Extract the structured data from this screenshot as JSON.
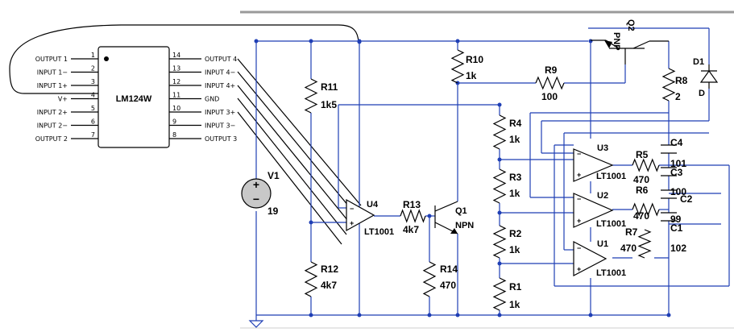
{
  "ic": {
    "name": "LM124W",
    "pins_left": [
      {
        "label": "OUTPUT 1",
        "num": "1"
      },
      {
        "label": "INPUT 1−",
        "num": "2"
      },
      {
        "label": "INPUT 1+",
        "num": "3"
      },
      {
        "label": "V+",
        "num": "4"
      },
      {
        "label": "INPUT 2+",
        "num": "5"
      },
      {
        "label": "INPUT 2−",
        "num": "6"
      },
      {
        "label": "OUTPUT 2",
        "num": "7"
      }
    ],
    "pins_right": [
      {
        "label": "OUTPUT 4",
        "num": "14"
      },
      {
        "label": "INPUT 4−",
        "num": "13"
      },
      {
        "label": "INPUT 4+",
        "num": "12"
      },
      {
        "label": "GND",
        "num": "11"
      },
      {
        "label": "INPUT 3+",
        "num": "10"
      },
      {
        "label": "INPUT 3−",
        "num": "9"
      },
      {
        "label": "OUTPUT 3",
        "num": "8"
      }
    ]
  },
  "components": {
    "v1": {
      "name": "V1",
      "value": "19"
    },
    "r11": {
      "name": "R11",
      "value": "1k5"
    },
    "r12": {
      "name": "R12",
      "value": "4k7"
    },
    "r10": {
      "name": "R10",
      "value": "1k"
    },
    "r9": {
      "name": "R9",
      "value": "100"
    },
    "r13": {
      "name": "R13",
      "value": "4k7"
    },
    "r14": {
      "name": "R14",
      "value": "470"
    },
    "q1": {
      "name": "Q1",
      "value": "NPN"
    },
    "q2": {
      "name": "Q2",
      "value": "PNP"
    },
    "u4": {
      "name": "U4",
      "value": "LT1001"
    },
    "u3": {
      "name": "U3",
      "value": "LT1001"
    },
    "u2": {
      "name": "U2",
      "value": "LT1001"
    },
    "u1": {
      "name": "U1",
      "value": "LT1001"
    },
    "r4": {
      "name": "R4",
      "value": "1k"
    },
    "r3": {
      "name": "R3",
      "value": "1k"
    },
    "r2": {
      "name": "R2",
      "value": "1k"
    },
    "r1": {
      "name": "R1",
      "value": "1k"
    },
    "r5": {
      "name": "R5",
      "value": "470"
    },
    "r6": {
      "name": "R6",
      "value": "470"
    },
    "r7": {
      "name": "R7",
      "value": "470"
    },
    "r8": {
      "name": "R8",
      "value": "2"
    },
    "c4": {
      "name": "C4",
      "value": "101"
    },
    "c3": {
      "name": "C3",
      "value": "100"
    },
    "c2": {
      "name": "C2",
      "value": "99"
    },
    "c1": {
      "name": "C1",
      "value": "102"
    },
    "d1": {
      "name": "D1",
      "value": "D"
    }
  },
  "symbols": {
    "plus": "+",
    "minus": "−"
  },
  "colors": {
    "wire": "#1f3fb5",
    "component": "#000000",
    "background": "#ffffff"
  }
}
